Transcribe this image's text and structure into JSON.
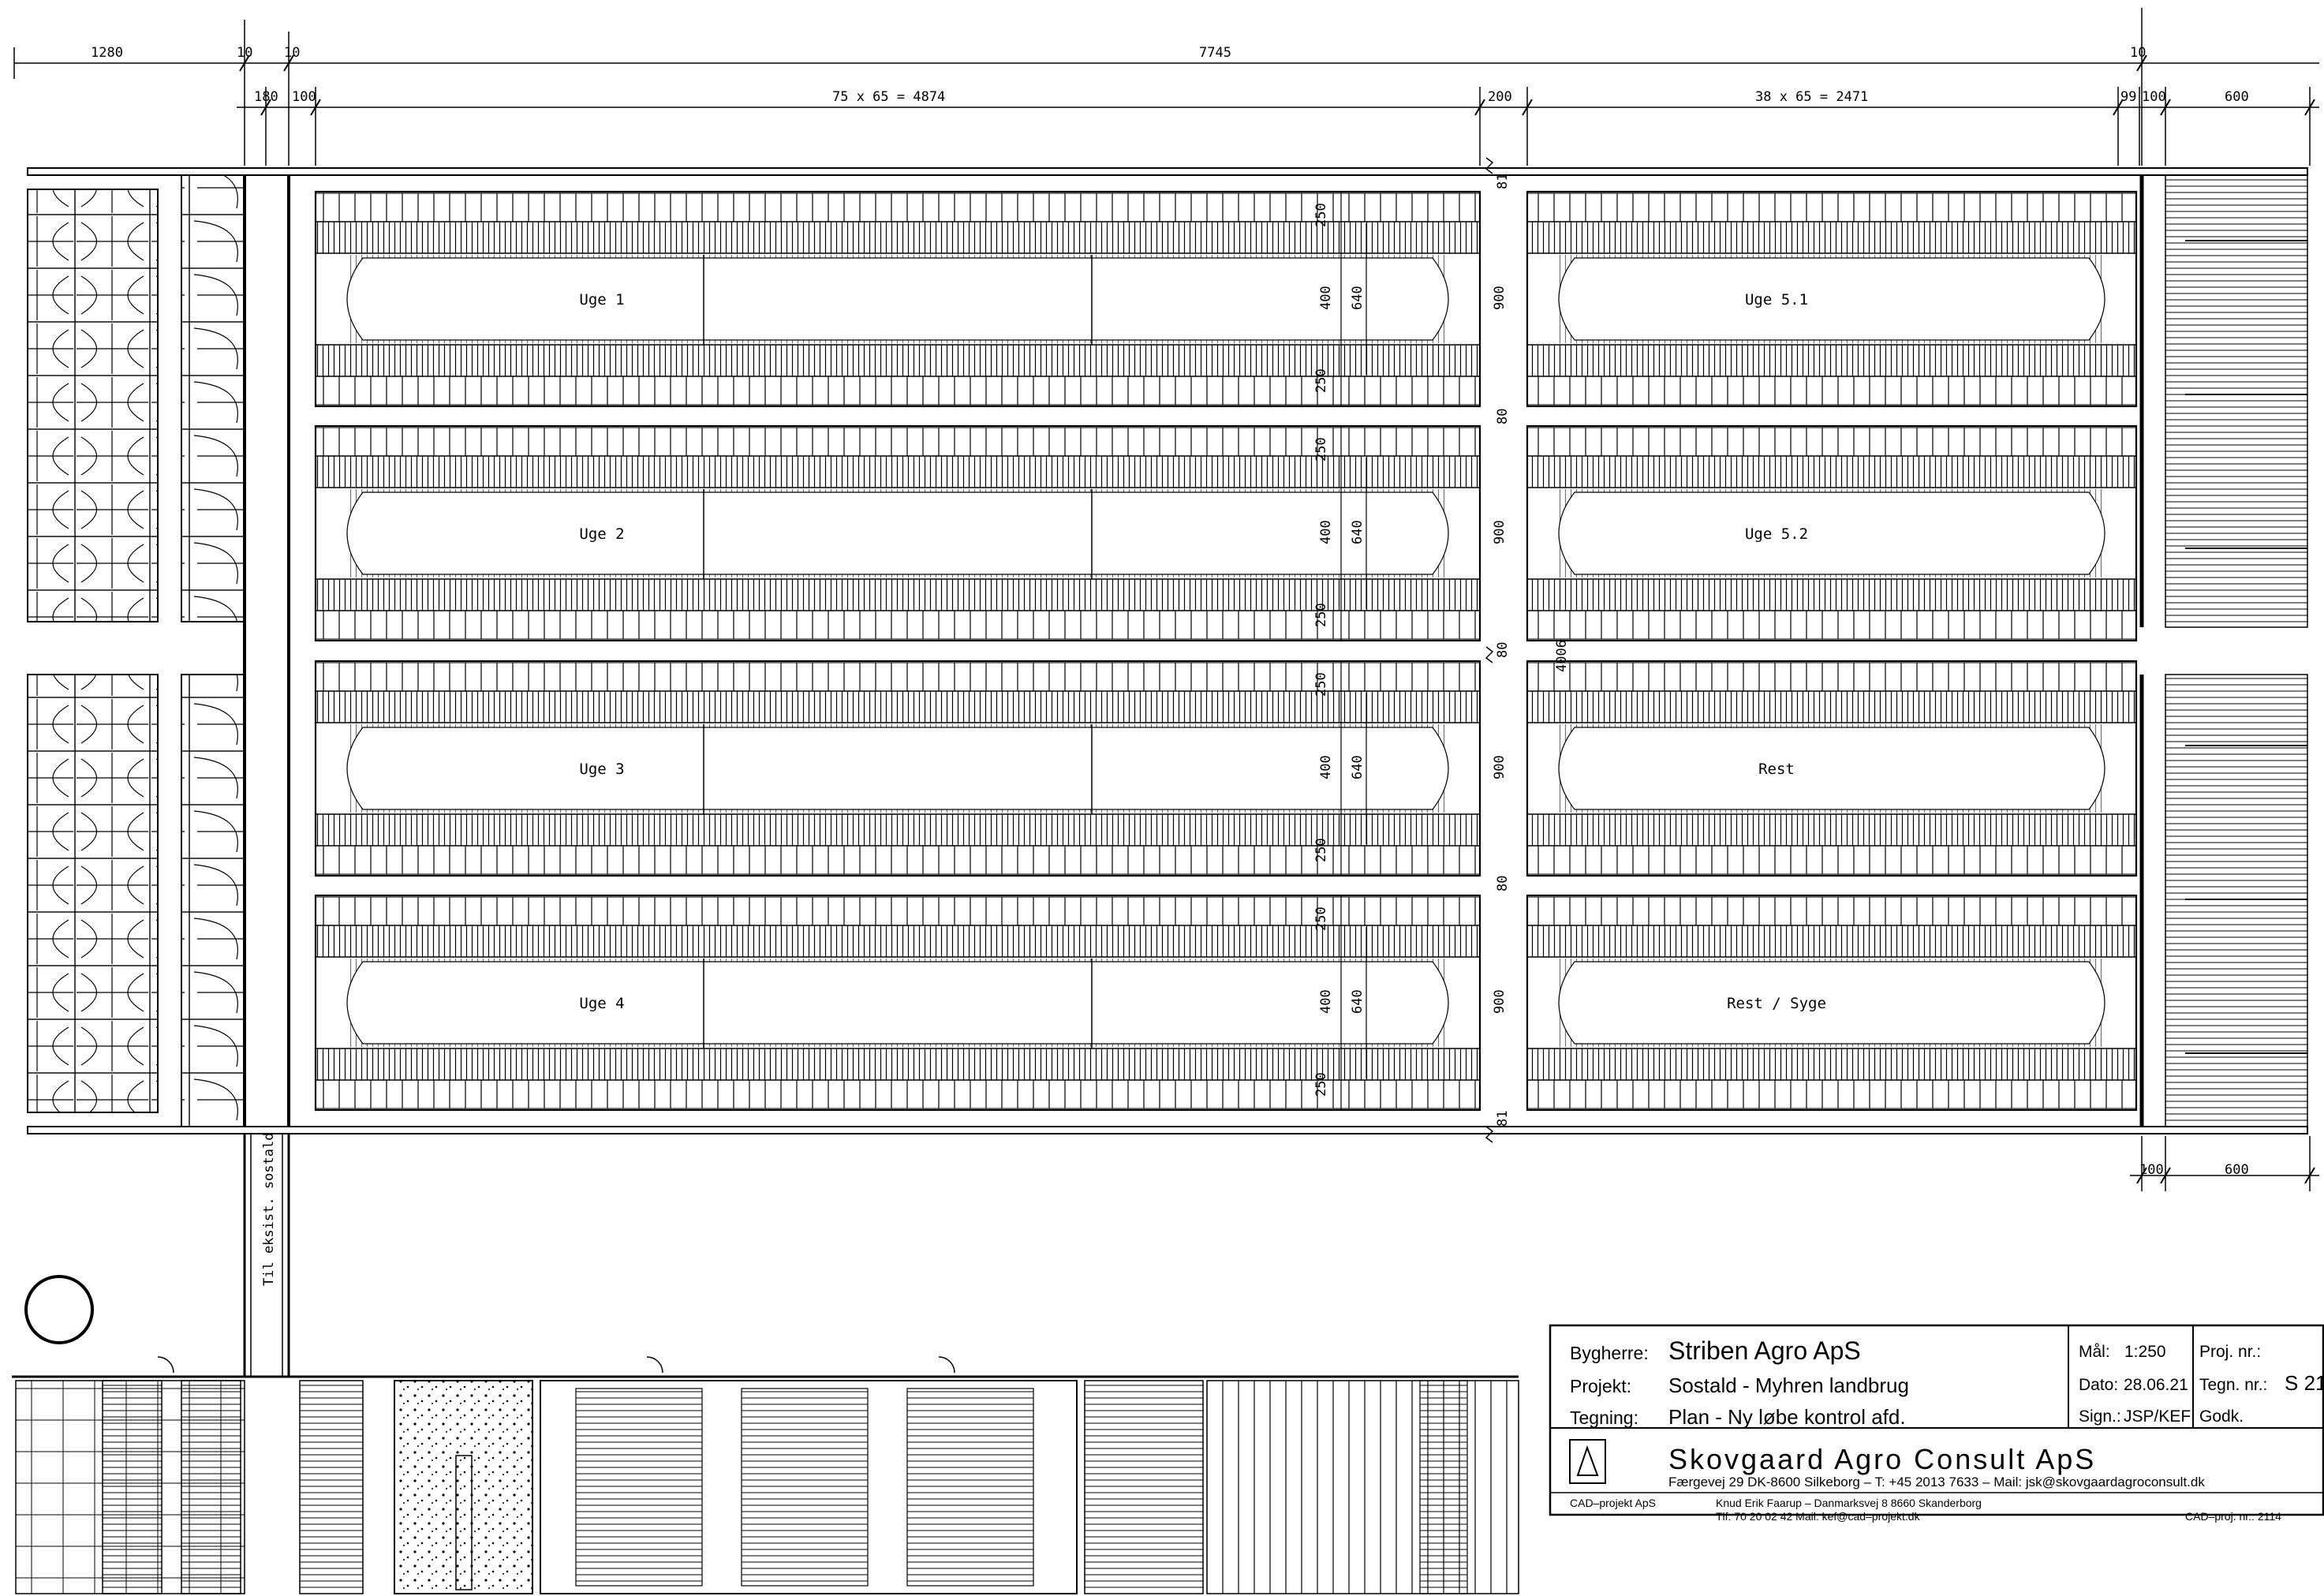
{
  "dimensions": {
    "top": [
      "1280",
      "10",
      "10",
      "7745",
      "10"
    ],
    "second": [
      "180",
      "100",
      "75 x 65 = 4874",
      "200",
      "38 x 65 = 2471",
      "99",
      "100",
      "600"
    ],
    "bottom_right": [
      "100",
      "600"
    ],
    "section_large": [
      "250",
      "400",
      "640",
      "900"
    ],
    "gaps": [
      "81",
      "80",
      "80",
      "80",
      "81"
    ],
    "extra": "4006"
  },
  "pens": {
    "left": [
      "Uge 1",
      "Uge 2",
      "Uge 3",
      "Uge 4"
    ],
    "right": [
      "Uge 5.1",
      "Uge 5.2",
      "Rest",
      "Rest / Syge"
    ]
  },
  "corridor_label": "Til eksist. sostald",
  "title_block": {
    "client_label": "Bygherre:",
    "client": "Striben Agro ApS",
    "project_label": "Projekt:",
    "project": "Sostald - Myhren landbrug",
    "drawing_label": "Tegning:",
    "drawing": "Plan - Ny løbe kontrol afd.",
    "scale_label": "Mål:",
    "scale": "1:250",
    "date_label": "Dato:",
    "date": "28.06.21",
    "sign_label": "Sign.:",
    "sign": "JSP/KEF",
    "projnr_label": "Proj. nr.:",
    "tegnnr_label": "Tegn. nr.:",
    "tegnnr": "S 21",
    "godk_label": "Godk.",
    "company": "Skovgaard Agro Consult ApS",
    "company_address": "Færgevej 29 DK-8600 Silkeborg – T: +45 2013 7633 – Mail: jsk@skovgaardagroconsult.dk",
    "cad_company": "CAD–projekt ApS",
    "cad_line1": "Knud Erik Faarup – Danmarksvej 8 8660 Skanderborg",
    "cad_line2": "Tlf: 70 20 02 42   Mail: kef@cad–projekt.dk",
    "cad_nr": "CAD–proj. nr.: 2114"
  }
}
